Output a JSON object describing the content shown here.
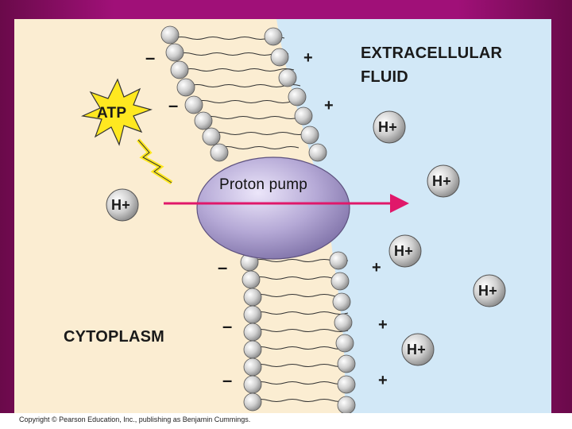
{
  "labels": {
    "extracellular_line1": "EXTRACELLULAR",
    "extracellular_line2": "FLUID",
    "cytoplasm": "CYTOPLASM",
    "atp": "ATP",
    "pump": "Proton pump",
    "proton": "H+"
  },
  "charges": {
    "positive": "+",
    "negative": "–"
  },
  "copyright": "Copyright © Pearson Education, Inc., publishing as Benjamin Cummings.",
  "colors": {
    "cytoplasm": "#fbedd2",
    "extracellular": "#d2e8f7",
    "pump": "#b5a9d6",
    "arrow": "#e0186a",
    "atp_star": "#ffe820",
    "lipid_head": "#c8c8c8",
    "slide_border": "#a01078"
  }
}
